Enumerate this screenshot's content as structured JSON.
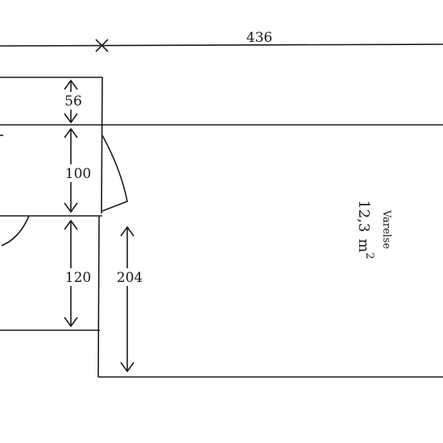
{
  "plan": {
    "dimensions": {
      "top_width": "436",
      "depth_1": "56",
      "depth_2": "100",
      "depth_3": "120",
      "depth_4": "204"
    },
    "room": {
      "name": "Varelse",
      "area_value": "12,3",
      "area_unit": "m",
      "area_exponent": "2"
    }
  }
}
